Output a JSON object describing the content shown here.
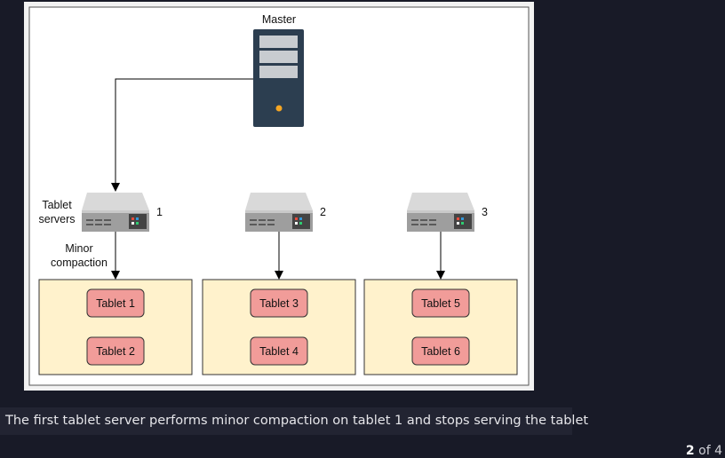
{
  "diagram": {
    "master": {
      "label": "Master"
    },
    "tablet_servers_label_line1": "Tablet",
    "tablet_servers_label_line2": "servers",
    "minor_compaction_line1": "Minor",
    "minor_compaction_line2": "compaction",
    "servers": [
      {
        "number": "1",
        "tablets": [
          "Tablet 1",
          "Tablet 2"
        ]
      },
      {
        "number": "2",
        "tablets": [
          "Tablet 3",
          "Tablet 4"
        ]
      },
      {
        "number": "3",
        "tablets": [
          "Tablet 5",
          "Tablet 6"
        ]
      }
    ],
    "colors": {
      "tablet_group_fill": "#fff2cc",
      "tablet_fill": "#f19c99",
      "tablet_stroke": "#b85450",
      "master_body": "#2c3e50",
      "master_led": "#f5a623",
      "server_gray": "#b3b3b3"
    }
  },
  "caption": "The first tablet server performs minor compaction on tablet 1 and stops serving the tablet",
  "pager": {
    "current": "2",
    "separator": "of",
    "total": "4"
  }
}
